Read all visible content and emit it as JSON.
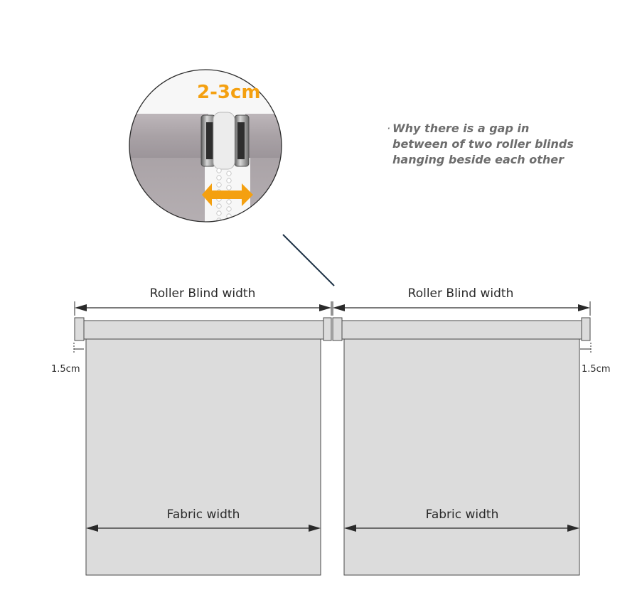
{
  "zoom_callout": {
    "gap_label": "2-3cm",
    "accent_color": "#f4a010"
  },
  "note": {
    "bullet": "·",
    "lines": [
      "Why there is a gap in",
      "between of two roller blinds",
      "hanging beside each other"
    ]
  },
  "blinds": [
    {
      "roller_width_label": "Roller Blind width",
      "fabric_width_label": "Fabric width",
      "side_offset_label": "1.5cm"
    },
    {
      "roller_width_label": "Roller Blind width",
      "fabric_width_label": "Fabric width",
      "side_offset_label": "1.5cm"
    }
  ],
  "colors": {
    "fabric": "#dcdcdc",
    "outline": "#4a4a4a",
    "leader_line": "#1f3347"
  }
}
